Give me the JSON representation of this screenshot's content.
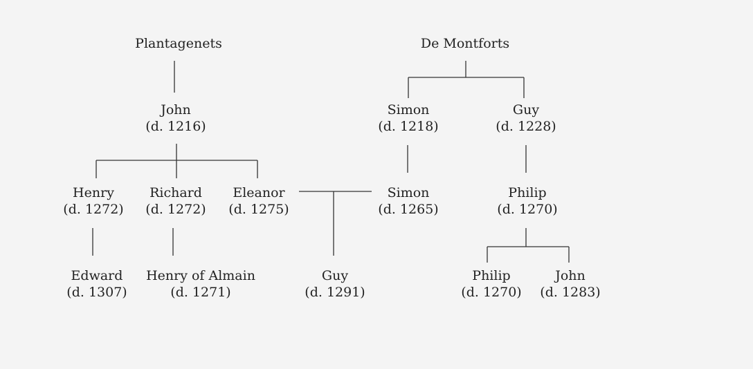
{
  "families": {
    "plantagenets": "Plantagenets",
    "de_montforts": "De Montforts"
  },
  "people": {
    "john_1216": {
      "name": "John",
      "dates": "(d. 1216)"
    },
    "simon_1218": {
      "name": "Simon",
      "dates": "(d. 1218)"
    },
    "guy_1228": {
      "name": "Guy",
      "dates": "(d. 1228)"
    },
    "henry_1272": {
      "name": "Henry",
      "dates": "(d. 1272)"
    },
    "richard_1272": {
      "name": "Richard",
      "dates": "(d. 1272)"
    },
    "eleanor_1275": {
      "name": "Eleanor",
      "dates": "(d. 1275)"
    },
    "simon_1265": {
      "name": "Simon",
      "dates": "(d. 1265)"
    },
    "philip_1270a": {
      "name": "Philip",
      "dates": "(d. 1270)"
    },
    "edward_1307": {
      "name": "Edward",
      "dates": "(d. 1307)"
    },
    "henry_of_almain_1271": {
      "name": "Henry of Almain",
      "dates": "(d. 1271)"
    },
    "guy_1291": {
      "name": "Guy",
      "dates": "(d. 1291)"
    },
    "philip_1270b": {
      "name": "Philip",
      "dates": "(d. 1270)"
    },
    "john_1283": {
      "name": "John",
      "dates": "(d. 1283)"
    }
  }
}
